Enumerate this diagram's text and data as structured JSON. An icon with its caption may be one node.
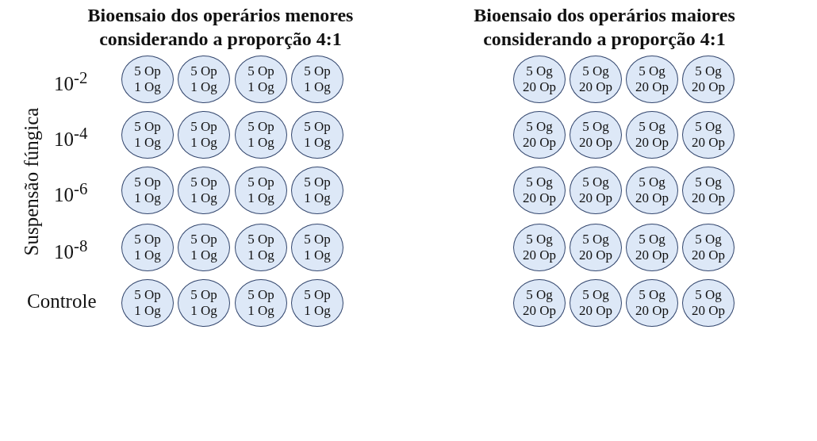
{
  "diagram": {
    "nodes": [
      {
        "text": [
          "5 Op",
          "1 Og"
        ]
      },
      {
        "text": [
          "5 Op",
          "1 Og"
        ]
      },
      {
        "text": [
          "5 Op",
          "1 Og"
        ]
      },
      {
        "text": [
          "5 Op",
          "1 Og"
        ]
      },
      {
        "text": [
          "5 Og",
          "20 Op"
        ]
      },
      {
        "text": [
          "5 Og",
          "20 Op"
        ]
      },
      {
        "text": [
          "5 Og",
          "20 Op"
        ]
      },
      {
        "text": [
          "5 Og",
          "20 Op"
        ]
      },
      {
        "text": [
          "5 Op",
          "1 Og"
        ]
      },
      {
        "text": [
          "5 Op",
          "1 Og"
        ]
      },
      {
        "text": [
          "5 Op",
          "1 Og"
        ]
      },
      {
        "text": [
          "5 Op",
          "1 Og"
        ]
      },
      {
        "text": [
          "5 Og",
          "20 Op"
        ]
      },
      {
        "text": [
          "5 Og",
          "20 Op"
        ]
      },
      {
        "text": [
          "5 Og",
          "20 Op"
        ]
      },
      {
        "text": [
          "5 Og",
          "20 Op"
        ]
      },
      {
        "text": [
          "5 Op",
          "1 Og"
        ]
      },
      {
        "text": [
          "5 Op",
          "1 Og"
        ]
      },
      {
        "text": [
          "5 Op",
          "1 Og"
        ]
      },
      {
        "text": [
          "5 Op",
          "1 Og"
        ]
      },
      {
        "text": [
          "5 Og",
          "20 Op"
        ]
      },
      {
        "text": [
          "5 Og",
          "20 Op"
        ]
      },
      {
        "text": [
          "5 Og",
          "20 Op"
        ]
      },
      {
        "text": [
          "5 Og",
          "20 Op"
        ]
      },
      {
        "text": [
          "5 Op",
          "1 Og"
        ]
      },
      {
        "text": [
          "5 Op",
          "1 Og"
        ]
      },
      {
        "text": [
          "5 Op",
          "1 Og"
        ]
      },
      {
        "text": [
          "5 Op",
          "1 Og"
        ]
      },
      {
        "text": [
          "5 Og",
          "20 Op"
        ]
      },
      {
        "text": [
          "5 Og",
          "20 Op"
        ]
      },
      {
        "text": [
          "5 Og",
          "20 Op"
        ]
      },
      {
        "text": [
          "5 Og",
          "20 Op"
        ]
      },
      {
        "text": [
          "5 Op",
          "1 Og"
        ]
      },
      {
        "text": [
          "5 Op",
          "1 Og"
        ]
      },
      {
        "text": [
          "5 Op",
          "1 Og"
        ]
      },
      {
        "text": [
          "5 Op",
          "1 Og"
        ]
      },
      {
        "text": [
          "5 Og",
          "20 Op"
        ]
      },
      {
        "text": [
          "5 Og",
          "20 Op"
        ]
      },
      {
        "text": [
          "5 Og",
          "20 Op"
        ]
      },
      {
        "text": [
          "5 Og",
          "20 Op"
        ]
      }
    ],
    "labels": [
      "Bioensaio dos operários menores considerando a proporção 4:1",
      "Bioensaio dos operários maiores considerando a proporção 4:1",
      "Suspensão fúngica",
      "10$^{-2}$",
      "10$^{-4}$",
      "10$^{-6}$",
      "10$^{-8}$",
      "Controle"
    ]
  }
}
